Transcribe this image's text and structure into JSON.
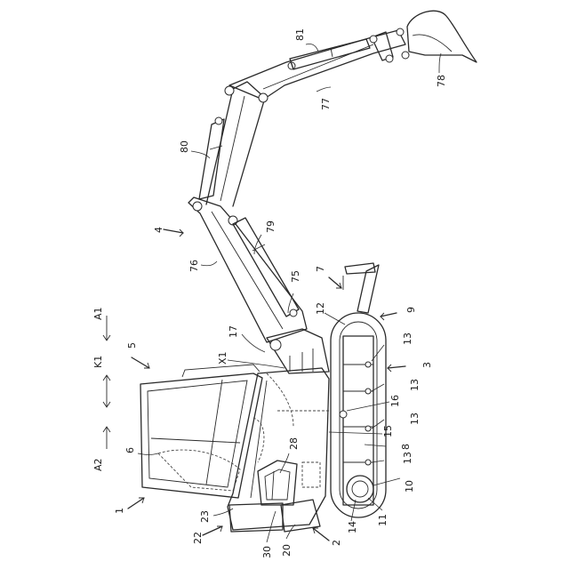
{
  "labels": {
    "l1": "1",
    "l2": "2",
    "l3": "3",
    "l4": "4",
    "l5": "5",
    "l6": "6",
    "l7": "7",
    "l8": "8",
    "l9": "9",
    "l10": "10",
    "l11": "11",
    "l12": "12",
    "l13a": "13",
    "l13b": "13",
    "l13c": "13",
    "l13d": "13",
    "l14": "14",
    "l15": "15",
    "l16": "16",
    "l17": "17",
    "l20": "20",
    "l22": "22",
    "l23": "23",
    "l28": "28",
    "l30": "30",
    "l75": "75",
    "l76": "76",
    "l77": "77",
    "l78": "78",
    "l79": "79",
    "l80": "80",
    "l81": "81",
    "lA1": "A1",
    "lA2": "A2",
    "lK1": "K1",
    "lX1": "X1"
  }
}
